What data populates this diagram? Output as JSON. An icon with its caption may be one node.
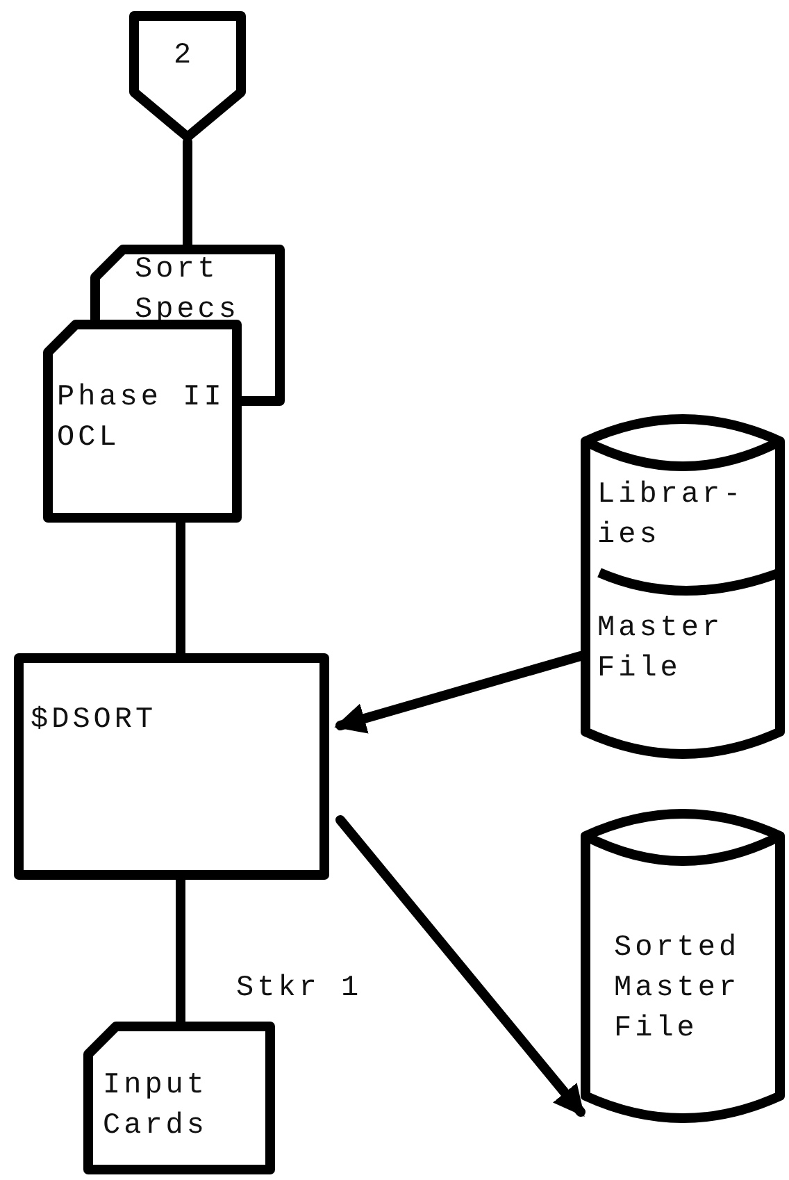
{
  "diagram": {
    "nodes": [
      {
        "text": [
          "2"
        ]
      },
      {
        "text": [
          "Sort Specs"
        ]
      },
      {
        "text": [
          "Phase II OCL"
        ]
      },
      {
        "text": [
          "$DSORT"
        ]
      },
      {
        "text": [
          "Librar- ies",
          "Master File"
        ]
      },
      {
        "text": [
          "Sorted Master File"
        ]
      },
      {
        "text": [
          "Input Cards"
        ]
      }
    ],
    "edges": [
      {
        "from": 0,
        "to": 1,
        "arrow": "none"
      },
      {
        "from": 2,
        "to": 3,
        "arrow": "none"
      },
      {
        "from": 4,
        "to": 3,
        "arrow": "to"
      },
      {
        "from": 3,
        "to": 5,
        "arrow": "to"
      },
      {
        "from": 3,
        "to": 6,
        "arrow": "none",
        "label": "Stkr 1"
      }
    ]
  }
}
